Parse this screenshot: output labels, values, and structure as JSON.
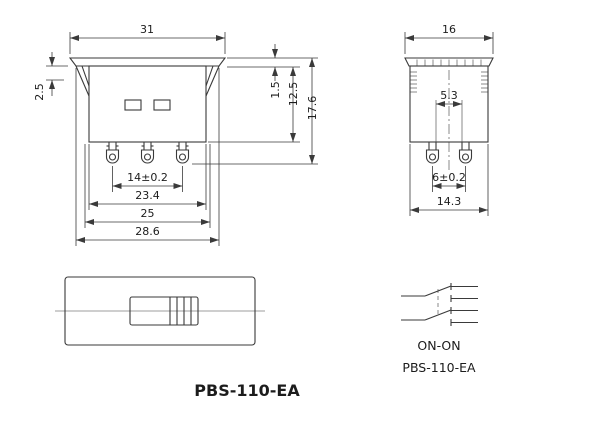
{
  "colors": {
    "line": "#3a3a3a",
    "text": "#1c1c1c",
    "background": "#ffffff"
  },
  "title": "PBS-110-EA",
  "front_view": {
    "dims": {
      "top_width": "31",
      "flange_lip": "2.5",
      "flange_thickness": "1.5",
      "body_depth": "12.5",
      "total_depth": "17.6",
      "terminal_pitch": "14±0.2",
      "body_width": "23.4",
      "cutout_width": "25",
      "flange_width": "28.6"
    }
  },
  "side_view": {
    "dims": {
      "top_width": "16",
      "inner_width": "5.3",
      "terminal_pitch": "6±0.2",
      "body_width": "14.3"
    }
  },
  "schematic": {
    "mode_label": "ON-ON",
    "model_label": "PBS-110-EA"
  }
}
